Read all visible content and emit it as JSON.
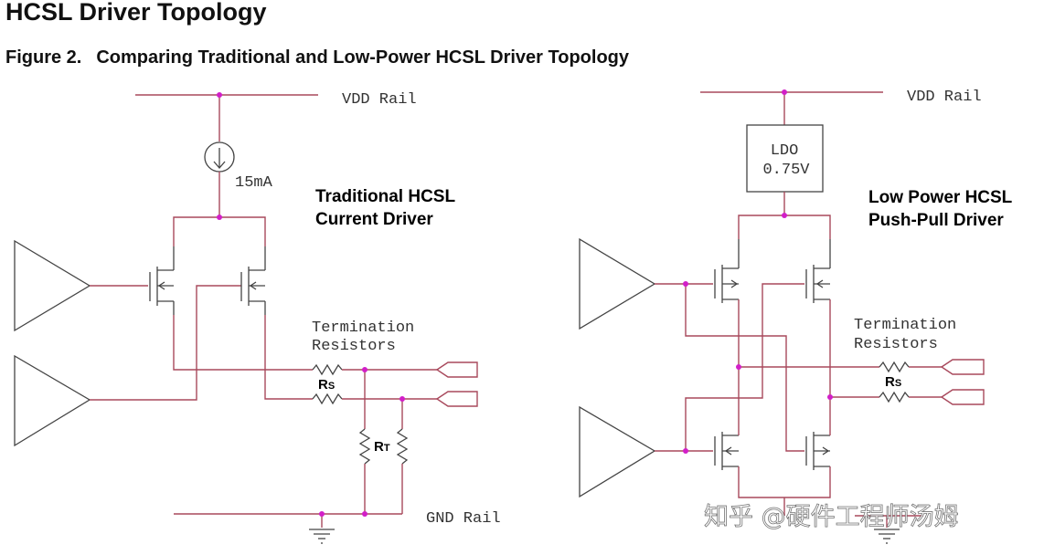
{
  "heading": "HCSL Driver Topology",
  "figure": {
    "number": "Figure 2.",
    "title": "Comparing Traditional and Low-Power HCSL Driver Topology"
  },
  "left_circuit": {
    "vdd_label": "VDD Rail",
    "current_label": "15mA",
    "title_line1": "Traditional HCSL",
    "title_line2": "Current Driver",
    "termination_line1": "Termination",
    "termination_line2": "Resistors",
    "rs_main": "R",
    "rs_sub": "S",
    "rt_main": "R",
    "rt_sub": "T",
    "gnd_label": "GND Rail"
  },
  "right_circuit": {
    "vdd_label": "VDD Rail",
    "ldo_line1": "LDO",
    "ldo_line2": "0.75V",
    "title_line1": "Low Power HCSL",
    "title_line2": "Push-Pull Driver",
    "termination_line1": "Termination",
    "termination_line2": "Resistors",
    "rs_main": "R",
    "rs_sub": "S"
  },
  "watermark": "知乎 @硬件工程师汤姆",
  "colors": {
    "wire": "#a8495c",
    "node": "#d21fc8",
    "component": "#444444"
  }
}
